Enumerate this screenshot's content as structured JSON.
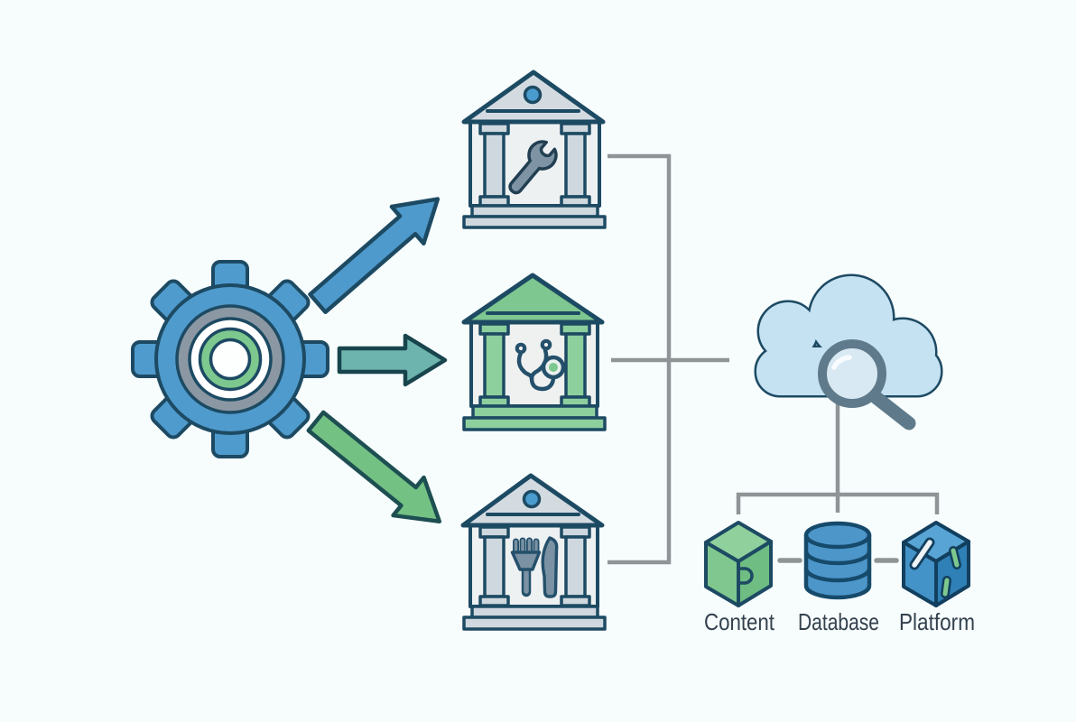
{
  "diagram": {
    "description_visible_text_only": true,
    "source": {
      "icon": "gear-icon",
      "colors": {
        "body": "#4f9bcd",
        "inner_ring_gray": "#8b98a3",
        "inner_ring_green": "#7dc88e",
        "outline": "#1d4a63"
      }
    },
    "arrows": [
      {
        "icon": "arrow-up-right-icon",
        "color": "#4f9acc"
      },
      {
        "icon": "arrow-right-icon",
        "color": "#6db3ae"
      },
      {
        "icon": "arrow-down-right-icon",
        "color": "#74c184"
      }
    ],
    "institutions": [
      {
        "icon": "bank-wrench-icon",
        "theme_color": "#cfd8de",
        "inner_icon": "wrench-icon"
      },
      {
        "icon": "bank-stethoscope-icon",
        "theme_color": "#8ecf9e",
        "inner_icon": "stethoscope-icon"
      },
      {
        "icon": "bank-cutlery-icon",
        "theme_color": "#cfd8de",
        "inner_icon": "fork-knife-icon"
      }
    ],
    "hub": {
      "icon": "cloud-search-icon",
      "cloud_color": "#c5e2f2",
      "magnifier_color": "#5f7b8b"
    },
    "connectors": {
      "color": "#8f9597"
    },
    "components": [
      {
        "label": "Content",
        "icon": "puzzle-cube-icon",
        "color": "#7fc78f"
      },
      {
        "label": "Database",
        "icon": "database-icon",
        "color": "#4d96ca"
      },
      {
        "label": "Platform",
        "icon": "platform-cube-icon",
        "color": "#4493c8"
      }
    ],
    "label_color": "#33414d",
    "background": "#f7fcfd"
  }
}
